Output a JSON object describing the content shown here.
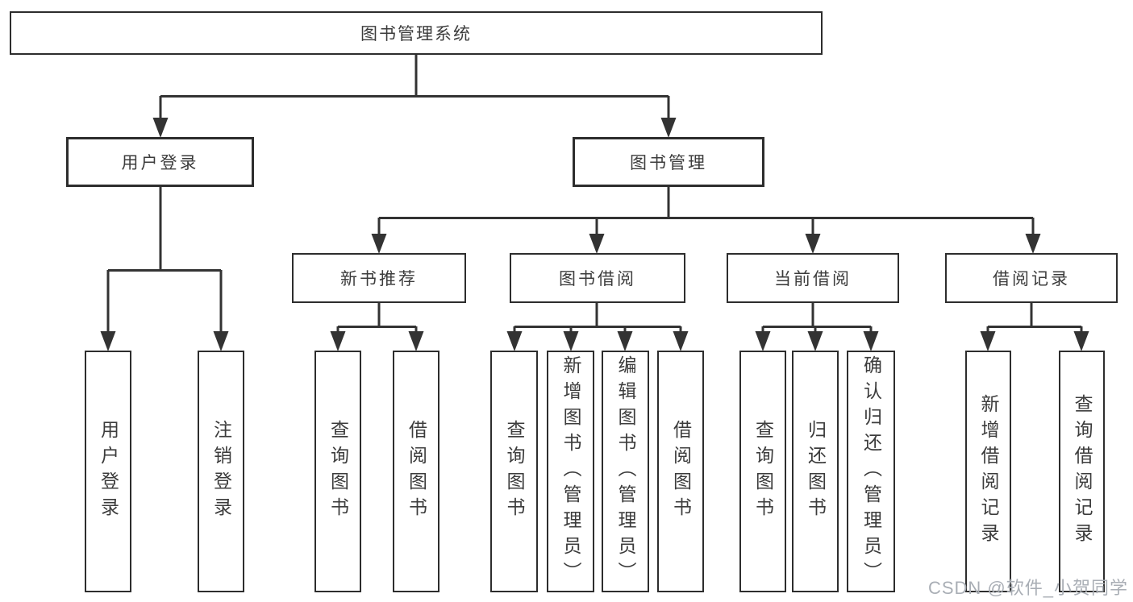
{
  "diagram": {
    "root": {
      "label": "图书管理系统"
    },
    "branches": [
      {
        "label": "用户登录",
        "leaves": [
          {
            "label": "用户登录"
          },
          {
            "label": "注销登录"
          }
        ]
      },
      {
        "label": "图书管理",
        "groups": [
          {
            "label": "新书推荐",
            "leaves": [
              {
                "label": "查询图书"
              },
              {
                "label": "借阅图书"
              }
            ]
          },
          {
            "label": "图书借阅",
            "leaves": [
              {
                "label": "查询图书"
              },
              {
                "label": "新增图书（管理员）"
              },
              {
                "label": "编辑图书（管理员）"
              },
              {
                "label": "借阅图书"
              }
            ]
          },
          {
            "label": "当前借阅",
            "leaves": [
              {
                "label": "查询图书"
              },
              {
                "label": "归还图书"
              },
              {
                "label": "确认归还（管理员）"
              }
            ]
          },
          {
            "label": "借阅记录",
            "leaves": [
              {
                "label": "新增借阅记录"
              },
              {
                "label": "查询借阅记录"
              }
            ]
          }
        ]
      }
    ]
  },
  "watermark": {
    "text": "CSDN @软件_小贺同学"
  },
  "colors": {
    "line": "#333333",
    "border": "#2d2d2d",
    "text": "#3c3c3c",
    "watermark": "#a9aeb5"
  }
}
